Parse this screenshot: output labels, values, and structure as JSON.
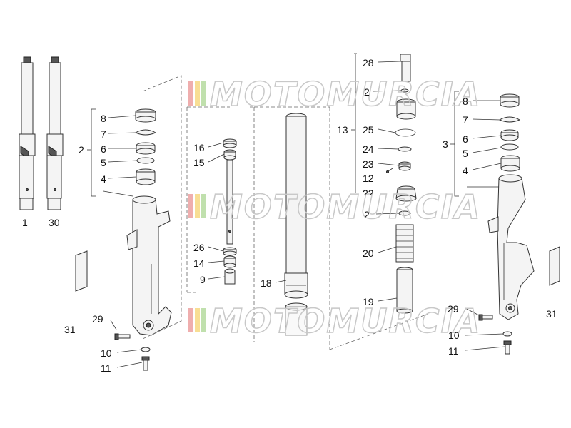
{
  "watermark": {
    "text": "MOTOMURCIA",
    "colors": [
      "#e26b6b",
      "#f2c33d",
      "#8cc66a"
    ]
  },
  "callouts": [
    {
      "id": "c1",
      "text": "1"
    },
    {
      "id": "c30",
      "text": "30"
    },
    {
      "id": "c2",
      "text": "2"
    },
    {
      "id": "c8l",
      "text": "8"
    },
    {
      "id": "c7l",
      "text": "7"
    },
    {
      "id": "c6l",
      "text": "6"
    },
    {
      "id": "c5l",
      "text": "5"
    },
    {
      "id": "c4l",
      "text": "4"
    },
    {
      "id": "c31l",
      "text": "31"
    },
    {
      "id": "c29l",
      "text": "29"
    },
    {
      "id": "c10l",
      "text": "10"
    },
    {
      "id": "c11l",
      "text": "11"
    },
    {
      "id": "c16",
      "text": "16"
    },
    {
      "id": "c15",
      "text": "15"
    },
    {
      "id": "c26",
      "text": "26"
    },
    {
      "id": "c14",
      "text": "14"
    },
    {
      "id": "c9",
      "text": "9"
    },
    {
      "id": "c18",
      "text": "18"
    },
    {
      "id": "c28",
      "text": "28"
    },
    {
      "id": "c27",
      "text": "2"
    },
    {
      "id": "c13",
      "text": "13"
    },
    {
      "id": "c25",
      "text": "25"
    },
    {
      "id": "c24",
      "text": "24"
    },
    {
      "id": "c23",
      "text": "23"
    },
    {
      "id": "c12",
      "text": "12"
    },
    {
      "id": "c22",
      "text": "22"
    },
    {
      "id": "c21",
      "text": "2"
    },
    {
      "id": "c20",
      "text": "20"
    },
    {
      "id": "c19",
      "text": "19"
    },
    {
      "id": "c3",
      "text": "3"
    },
    {
      "id": "c8r",
      "text": "8"
    },
    {
      "id": "c7r",
      "text": "7"
    },
    {
      "id": "c6r",
      "text": "6"
    },
    {
      "id": "c5r",
      "text": "5"
    },
    {
      "id": "c4r",
      "text": "4"
    },
    {
      "id": "c29r",
      "text": "29"
    },
    {
      "id": "c31r",
      "text": "31"
    },
    {
      "id": "c10r",
      "text": "10"
    },
    {
      "id": "c11r",
      "text": "11"
    }
  ]
}
